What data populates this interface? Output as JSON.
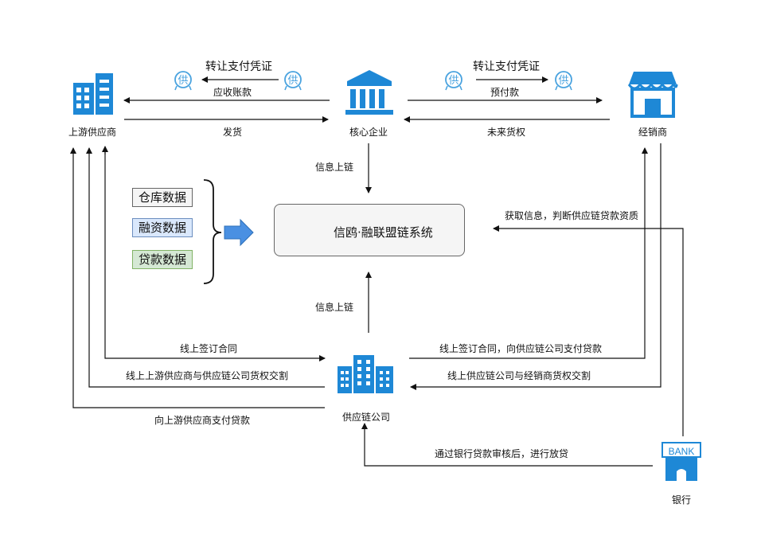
{
  "nodes": {
    "upstream": "上游供应商",
    "core": "核心企业",
    "dealer": "经销商",
    "scf_company": "供应链公司",
    "bank": "银行",
    "bank_sign": "BANK"
  },
  "system": {
    "title": "信鸥·融联盟链系统"
  },
  "data_chips": [
    "仓库数据",
    "融资数据",
    "贷款数据"
  ],
  "badge_char": "供",
  "edges": {
    "transfer_voucher_left": "转让支付凭证",
    "receivables": "应收账款",
    "ship": "发货",
    "transfer_voucher_right": "转让支付凭证",
    "prepayment": "预付款",
    "future_rights": "未来货权",
    "info_chain_top": "信息上链",
    "info_chain_bottom": "信息上链",
    "bank_info": "获取信息，判断供应链贷款资质",
    "sign_contract_left": "线上签订合同",
    "upstream_transfer": "线上上游供应商与供应链公司货权交割",
    "pay_upstream": "向上游供应商支付贷款",
    "sign_contract_right": "线上签订合同，向供应链公司支付贷款",
    "dealer_transfer": "线上供应链公司与经销商货权交割",
    "bank_loan": "通过银行贷款审核后，进行放贷"
  },
  "colors": {
    "icon_blue": "#1e88d6",
    "badge_blue": "#4aa3df",
    "arrow_fill": "#4a90e2",
    "line": "#111111"
  }
}
